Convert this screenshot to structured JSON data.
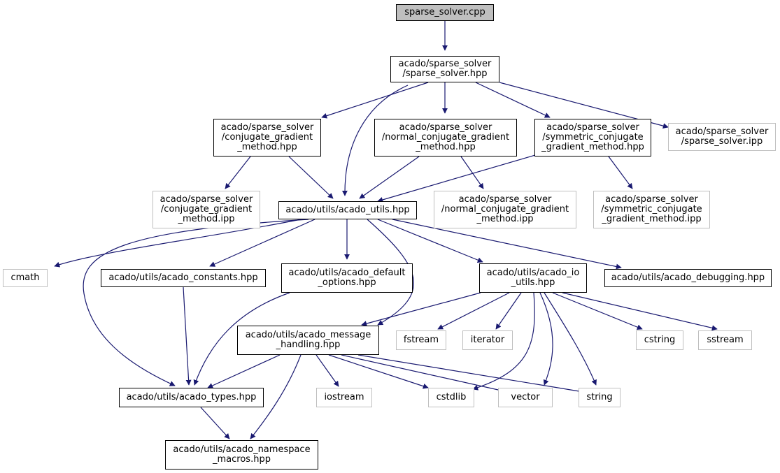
{
  "colors": {
    "edge": "#191970",
    "ext_border": "#bfbfbf",
    "root_fill": "#bfbfbf"
  },
  "nodes": [
    {
      "id": "root",
      "label": "sparse_solver.cpp",
      "kind": "root"
    },
    {
      "id": "sparse_hpp",
      "label": "acado/sparse_solver\n/sparse_solver.hpp",
      "kind": "internal"
    },
    {
      "id": "cg_hpp",
      "label": "acado/sparse_solver\n/conjugate_gradient\n_method.hpp",
      "kind": "internal"
    },
    {
      "id": "ncg_hpp",
      "label": "acado/sparse_solver\n/normal_conjugate_gradient\n_method.hpp",
      "kind": "internal"
    },
    {
      "id": "scg_hpp",
      "label": "acado/sparse_solver\n/symmetric_conjugate\n_gradient_method.hpp",
      "kind": "internal"
    },
    {
      "id": "sparse_ipp",
      "label": "acado/sparse_solver\n/sparse_solver.ipp",
      "kind": "external"
    },
    {
      "id": "cg_ipp",
      "label": "acado/sparse_solver\n/conjugate_gradient\n_method.ipp",
      "kind": "external"
    },
    {
      "id": "utils",
      "label": "acado/utils/acado_utils.hpp",
      "kind": "internal"
    },
    {
      "id": "ncg_ipp",
      "label": "acado/sparse_solver\n/normal_conjugate_gradient\n_method.ipp",
      "kind": "external"
    },
    {
      "id": "scg_ipp",
      "label": "acado/sparse_solver\n/symmetric_conjugate\n_gradient_method.ipp",
      "kind": "external"
    },
    {
      "id": "cmath",
      "label": "cmath",
      "kind": "external"
    },
    {
      "id": "constants",
      "label": "acado/utils/acado_constants.hpp",
      "kind": "internal"
    },
    {
      "id": "defopts",
      "label": "acado/utils/acado_default\n_options.hpp",
      "kind": "internal"
    },
    {
      "id": "io",
      "label": "acado/utils/acado_io\n_utils.hpp",
      "kind": "internal"
    },
    {
      "id": "debug",
      "label": "acado/utils/acado_debugging.hpp",
      "kind": "internal"
    },
    {
      "id": "msg",
      "label": "acado/utils/acado_message\n_handling.hpp",
      "kind": "internal"
    },
    {
      "id": "fstream",
      "label": "fstream",
      "kind": "external"
    },
    {
      "id": "iterator",
      "label": "iterator",
      "kind": "external"
    },
    {
      "id": "cstring",
      "label": "cstring",
      "kind": "external"
    },
    {
      "id": "sstream",
      "label": "sstream",
      "kind": "external"
    },
    {
      "id": "types",
      "label": "acado/utils/acado_types.hpp",
      "kind": "internal"
    },
    {
      "id": "iostream",
      "label": "iostream",
      "kind": "external"
    },
    {
      "id": "cstdlib",
      "label": "cstdlib",
      "kind": "external"
    },
    {
      "id": "vector",
      "label": "vector",
      "kind": "external"
    },
    {
      "id": "string",
      "label": "string",
      "kind": "external"
    },
    {
      "id": "ns",
      "label": "acado/utils/acado_namespace\n_macros.hpp",
      "kind": "internal"
    }
  ],
  "edges": [
    [
      "root",
      "sparse_hpp"
    ],
    [
      "sparse_hpp",
      "cg_hpp"
    ],
    [
      "sparse_hpp",
      "ncg_hpp"
    ],
    [
      "sparse_hpp",
      "scg_hpp"
    ],
    [
      "sparse_hpp",
      "sparse_ipp"
    ],
    [
      "sparse_hpp",
      "utils"
    ],
    [
      "cg_hpp",
      "cg_ipp"
    ],
    [
      "cg_hpp",
      "utils"
    ],
    [
      "ncg_hpp",
      "utils"
    ],
    [
      "ncg_hpp",
      "ncg_ipp"
    ],
    [
      "scg_hpp",
      "utils"
    ],
    [
      "scg_hpp",
      "scg_ipp"
    ],
    [
      "utils",
      "cmath"
    ],
    [
      "utils",
      "constants"
    ],
    [
      "utils",
      "defopts"
    ],
    [
      "utils",
      "io"
    ],
    [
      "utils",
      "debug"
    ],
    [
      "utils",
      "msg"
    ],
    [
      "utils",
      "types"
    ],
    [
      "constants",
      "types"
    ],
    [
      "defopts",
      "types"
    ],
    [
      "io",
      "msg"
    ],
    [
      "io",
      "fstream"
    ],
    [
      "io",
      "iterator"
    ],
    [
      "io",
      "cstring"
    ],
    [
      "io",
      "sstream"
    ],
    [
      "io",
      "cstdlib"
    ],
    [
      "io",
      "vector"
    ],
    [
      "io",
      "string"
    ],
    [
      "msg",
      "types"
    ],
    [
      "msg",
      "iostream"
    ],
    [
      "msg",
      "cstdlib"
    ],
    [
      "msg",
      "vector"
    ],
    [
      "msg",
      "string"
    ],
    [
      "msg",
      "ns"
    ],
    [
      "types",
      "ns"
    ]
  ]
}
